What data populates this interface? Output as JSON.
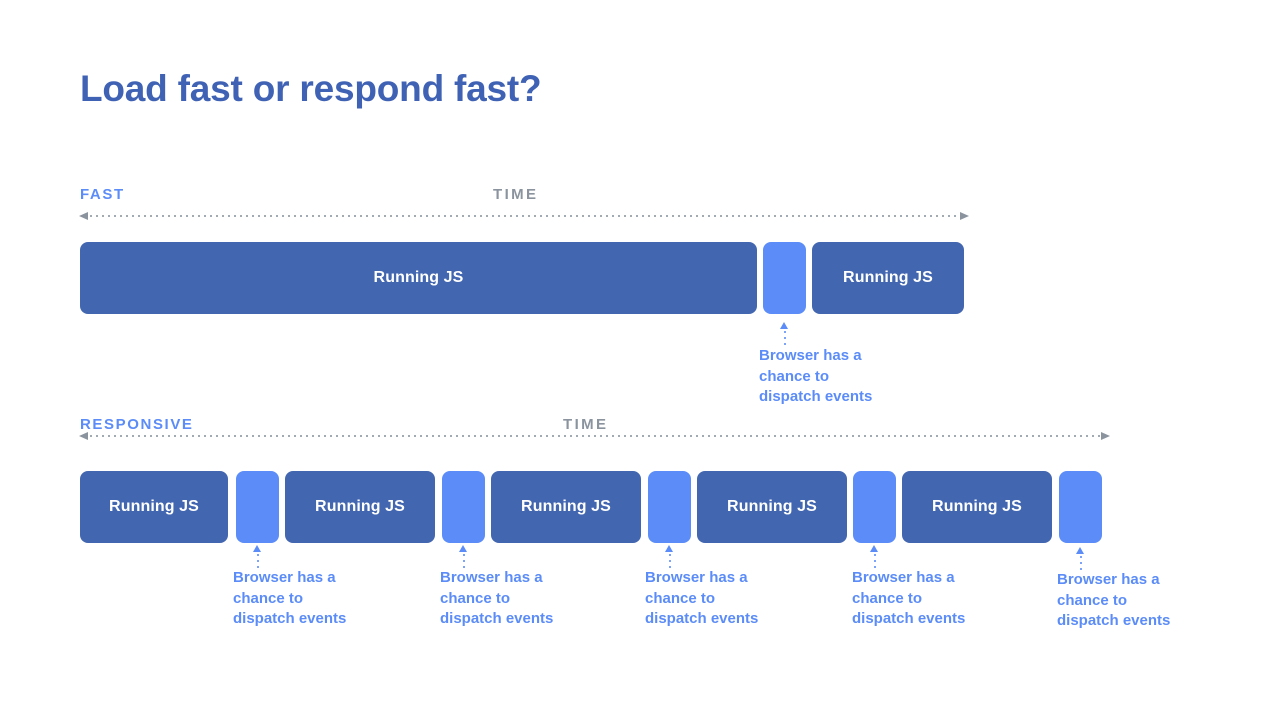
{
  "slide": {
    "title": "Load fast or respond fast?",
    "background": "#ffffff",
    "colors": {
      "title_blue": "#3f62b4",
      "bar_dark_blue": "#4266b0",
      "bar_light_blue": "#5b8cf8",
      "axis_gray": "#8b949e",
      "callout_blue": "#5b8cf8",
      "bar_text_white": "#ffffff"
    }
  },
  "sections": [
    {
      "id": "fast",
      "label": "FAST",
      "time_label": "TIME",
      "bars": [
        {
          "type": "js",
          "label": "Running JS"
        },
        {
          "type": "gap",
          "label": ""
        },
        {
          "type": "js",
          "label": "Running JS"
        }
      ],
      "callouts": [
        {
          "text": "Browser has a\nchance to\ndispatch events"
        }
      ]
    },
    {
      "id": "responsive",
      "label": "RESPONSIVE",
      "time_label": "TIME",
      "bars": [
        {
          "type": "js",
          "label": "Running JS"
        },
        {
          "type": "gap",
          "label": ""
        },
        {
          "type": "js",
          "label": "Running JS"
        },
        {
          "type": "gap",
          "label": ""
        },
        {
          "type": "js",
          "label": "Running JS"
        },
        {
          "type": "gap",
          "label": ""
        },
        {
          "type": "js",
          "label": "Running JS"
        },
        {
          "type": "gap",
          "label": ""
        },
        {
          "type": "js",
          "label": "Running JS"
        },
        {
          "type": "gap",
          "label": ""
        }
      ],
      "callouts": [
        {
          "text": "Browser has a\nchance to\ndispatch events"
        },
        {
          "text": "Browser has a\nchance to\ndispatch events"
        },
        {
          "text": "Browser has a\nchance to\ndispatch events"
        },
        {
          "text": "Browser has a\nchance to\ndispatch events"
        },
        {
          "text": "Browser has a\nchance to\ndispatch events"
        }
      ]
    }
  ]
}
